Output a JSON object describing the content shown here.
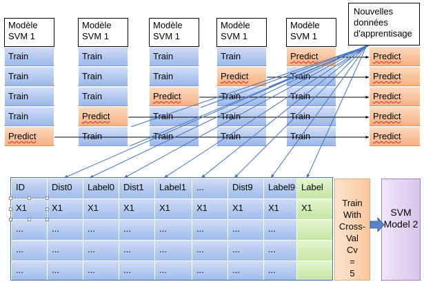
{
  "header_label": "Modèle SVM 1",
  "new_data_label": "Nouvelles données d'apprentisage",
  "train_label": "Train",
  "predict_label": "Predict",
  "table_headers": [
    "ID",
    "Dist0",
    "Label0",
    "Dist1",
    "Label1",
    "...",
    "Dist9",
    "Label9",
    "Label"
  ],
  "table_first_row": [
    "X1",
    "X1",
    "X1",
    "X1",
    "X1",
    "X1",
    "X1",
    "X1",
    "X1"
  ],
  "ellipsis": "...",
  "train_cv_label": "Train With Cross-Val Cv = 5",
  "svm_model2_label": "SVM Model 2",
  "folds": [
    [
      "Train",
      "Train",
      "Train",
      "Train",
      "Predict"
    ],
    [
      "Train",
      "Train",
      "Train",
      "Predict",
      "Train"
    ],
    [
      "Train",
      "Train",
      "Predict",
      "Train",
      "Train"
    ],
    [
      "Train",
      "Predict",
      "Train",
      "Train",
      "Train"
    ],
    [
      "Predict",
      "Train",
      "Train",
      "Train",
      "Train"
    ]
  ],
  "colors": {
    "train": "#9bb8ea",
    "predict": "#f6b182",
    "label_col": "#c3e6a2",
    "cv_box": "#f9c89d",
    "svm_box": "#d8c4ec",
    "arrow": "#4472c4"
  }
}
